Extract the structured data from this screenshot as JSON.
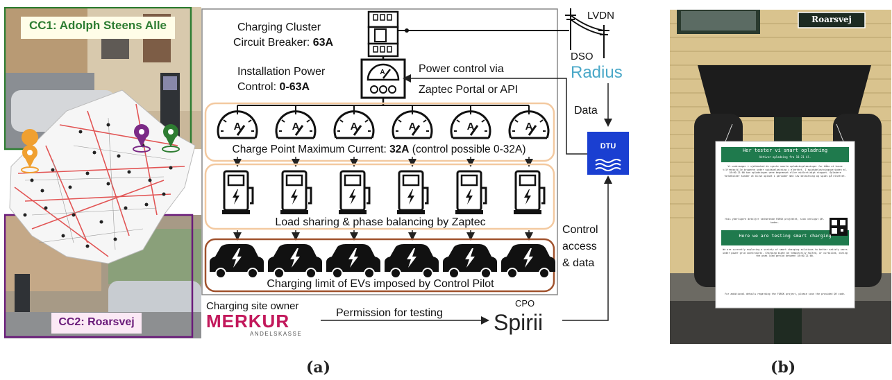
{
  "panel_a": {
    "cc1_label": "CC1: Adolph Steens Alle",
    "cc2_label": "CC2: Roarsvej",
    "breaker_label_line1": "Charging Cluster",
    "breaker_label_line2_prefix": "Circuit Breaker: ",
    "breaker_label_line2_value": "63A",
    "install_label_line1": "Installation Power",
    "install_label_line2_prefix": "Control: ",
    "install_label_line2_value": "0-63A",
    "power_control_line1": "Power control via",
    "power_control_line2": "Zaptec Portal or API",
    "lvdn_label": "LVDN",
    "dso_label": "DSO",
    "radius_logo": "Radius",
    "data_label": "Data",
    "dtu_logo": "DTU",
    "meter_letter": "A",
    "charge_point_prefix": "Charge Point Maximum Current: ",
    "charge_point_value": "32A",
    "charge_point_suffix": " (control possible 0-32A)",
    "load_sharing_label": "Load sharing & phase balancing by Zaptec",
    "charging_limit_label": "Charging limit of EVs imposed by Control Pilot",
    "control_line1": "Control",
    "control_line2": "access",
    "control_line3": "& data",
    "site_owner_label": "Charging site owner",
    "merkur_logo": "MERKUR",
    "merkur_sub": "ANDELSKASSE",
    "permission_label": "Permission for testing",
    "cpo_label": "CPO",
    "spirii_logo": "Spirii",
    "caption": "(a)"
  },
  "panel_b": {
    "street_sign": "Roarsvej",
    "sign_header": "Her tester vi smart opladning",
    "sign_header_sub": "Aktiver opladning fra 18-21 kl.",
    "sign_body_da": "Vi undersøger i sjældenhed de nyeste smarte opladningsløsninger for både at kunne tilfredsstille brugerne under spidsbelastning i elnettet. I spidsbelastningsperioden ml. 18:00-21:00 kan opladningen være begrænset eller midlertidigt stoppet. Opladere forbeholder kunder at blive opladt i perioder med lav belastning og spids på elnettet.",
    "sign_body_da2": "Hvis yderligere detaljer vedrørende FORSK projektet, scan venligst QR-koden.",
    "sign_header_en": "Here we are testing smart charging",
    "sign_body_en": "We are currently exploring a variety of smart charging solutions to better satisfy users under power grid constraints. Charging might be temporarily halted, or curtailed, during the peak load period between 18:00-21:00.",
    "sign_body_en2": "For additional details regarding the FORSK project, please scan the provided QR code.",
    "caption": "(b)"
  },
  "colors": {
    "cc1_green": "#2e7d32",
    "cc2_purple": "#6a1b7a",
    "orange_box": "#f3c9a0",
    "brown_box": "#a0522d",
    "dtu_blue": "#1a3fd1",
    "merkur_red": "#c2185b",
    "radius_blue": "#4aa8c8",
    "sign_green": "#1f7a4d"
  }
}
